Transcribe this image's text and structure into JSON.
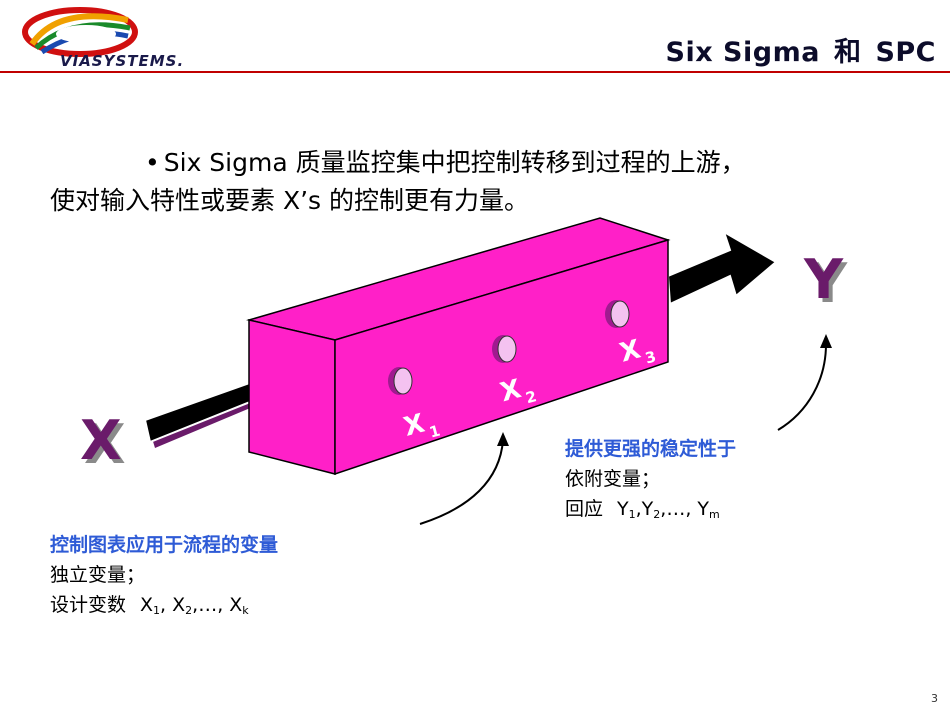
{
  "header": {
    "brand_text": "VIASYSTEMS.",
    "title_left": "Six Sigma",
    "title_mid": "和",
    "title_right": "SPC"
  },
  "bullet": {
    "line1": "Six Sigma 质量监控集中把控制转移到过程的上游，",
    "line2": "使对输入特性或要素 X’s 的控制更有力量。"
  },
  "diagram": {
    "input_label": "X",
    "output_label": "Y",
    "factor_labels": [
      "X",
      "X",
      "X"
    ],
    "factor_subs": [
      "1",
      "2",
      "3"
    ],
    "colors": {
      "box_magenta": "#ff20c8",
      "arrow_black": "#000000",
      "label_purple": "#6a1b6a",
      "hole_fill": "#f4c2f0"
    }
  },
  "caption_output": {
    "heading": "提供更强的稳定性于",
    "line1": "依附变量；",
    "line2_prefix": "回应",
    "y1": "Y",
    "s1": "1",
    "y2": ",Y",
    "s2": "2",
    "ytail": ",…, Y",
    "sm": "m"
  },
  "caption_input": {
    "heading": "控制图表应用于流程的变量",
    "line1": "独立变量；",
    "line2_prefix": "设计变数",
    "x1": "X",
    "s1": "1",
    "x2": ", X",
    "s2": "2",
    "xtail": ",…, X",
    "sk": "k"
  },
  "page_number": "3"
}
